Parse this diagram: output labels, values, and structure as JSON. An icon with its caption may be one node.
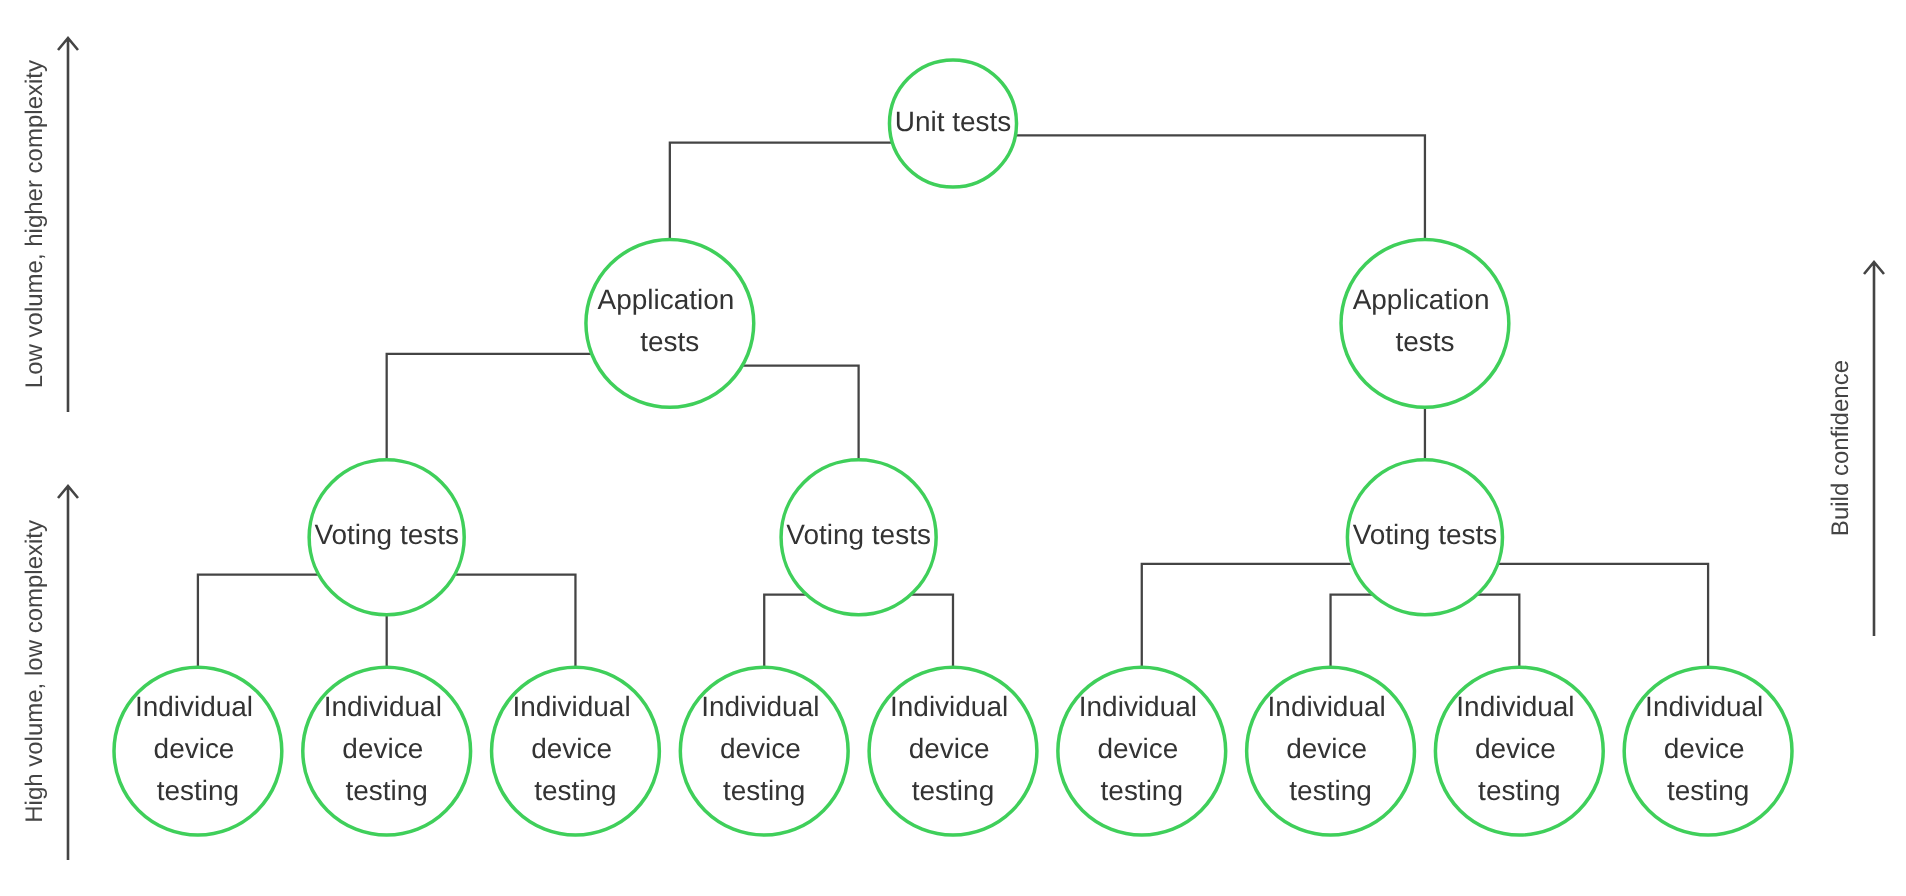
{
  "diagram": {
    "nodes": [
      {
        "text": [
          "Unit tests"
        ]
      },
      {
        "text": [
          "Application tests"
        ]
      },
      {
        "text": [
          "Application tests"
        ]
      },
      {
        "text": [
          "Voting tests"
        ]
      },
      {
        "text": [
          "Voting tests"
        ]
      },
      {
        "text": [
          "Voting tests"
        ]
      },
      {
        "text": [
          "Individual device testing"
        ]
      },
      {
        "text": [
          "Individual device testing"
        ]
      },
      {
        "text": [
          "Individual device testing"
        ]
      },
      {
        "text": [
          "Individual device testing"
        ]
      },
      {
        "text": [
          "Individual device testing"
        ]
      },
      {
        "text": [
          "Individual device testing"
        ]
      },
      {
        "text": [
          "Individual device testing"
        ]
      },
      {
        "text": [
          "Individual device testing"
        ]
      },
      {
        "text": [
          "Individual device testing"
        ]
      }
    ],
    "edges": [
      {
        "from": 0,
        "to": 1,
        "arrow": "none"
      },
      {
        "from": 0,
        "to": 2,
        "arrow": "none"
      },
      {
        "from": 1,
        "to": 3,
        "arrow": "none"
      },
      {
        "from": 1,
        "to": 4,
        "arrow": "none"
      },
      {
        "from": 2,
        "to": 5,
        "arrow": "none"
      },
      {
        "from": 3,
        "to": 6,
        "arrow": "none"
      },
      {
        "from": 3,
        "to": 7,
        "arrow": "none"
      },
      {
        "from": 3,
        "to": 8,
        "arrow": "none"
      },
      {
        "from": 4,
        "to": 9,
        "arrow": "none"
      },
      {
        "from": 4,
        "to": 10,
        "arrow": "none"
      },
      {
        "from": 5,
        "to": 11,
        "arrow": "none"
      },
      {
        "from": 5,
        "to": 12,
        "arrow": "none"
      },
      {
        "from": 5,
        "to": 13,
        "arrow": "none"
      },
      {
        "from": 5,
        "to": 14,
        "arrow": "none"
      }
    ],
    "labels": [
      "Low volume, higher complexity",
      "High volume, low complexity",
      "Build confidence"
    ]
  }
}
